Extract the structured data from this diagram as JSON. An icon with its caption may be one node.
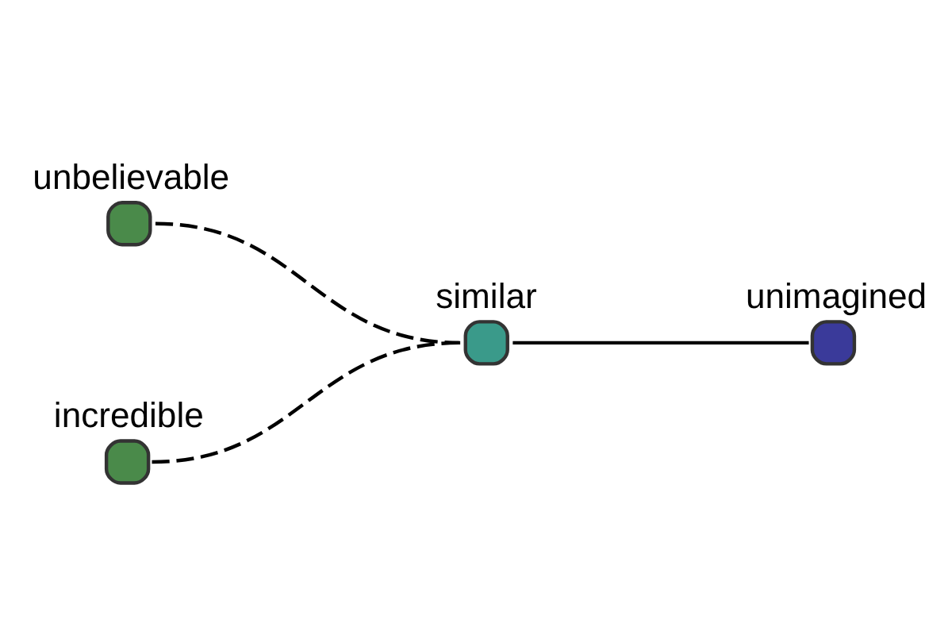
{
  "diagram": {
    "nodes": [
      {
        "text": [
          "unbelievable"
        ]
      },
      {
        "text": [
          "incredible"
        ]
      },
      {
        "text": [
          "similar"
        ]
      },
      {
        "text": [
          "unimagined"
        ]
      }
    ],
    "edges": [
      {
        "from": 0,
        "to": 2,
        "arrow": "none",
        "style": "dashed"
      },
      {
        "from": 1,
        "to": 2,
        "arrow": "none",
        "style": "dashed"
      },
      {
        "from": 2,
        "to": 3,
        "arrow": "none"
      }
    ]
  }
}
